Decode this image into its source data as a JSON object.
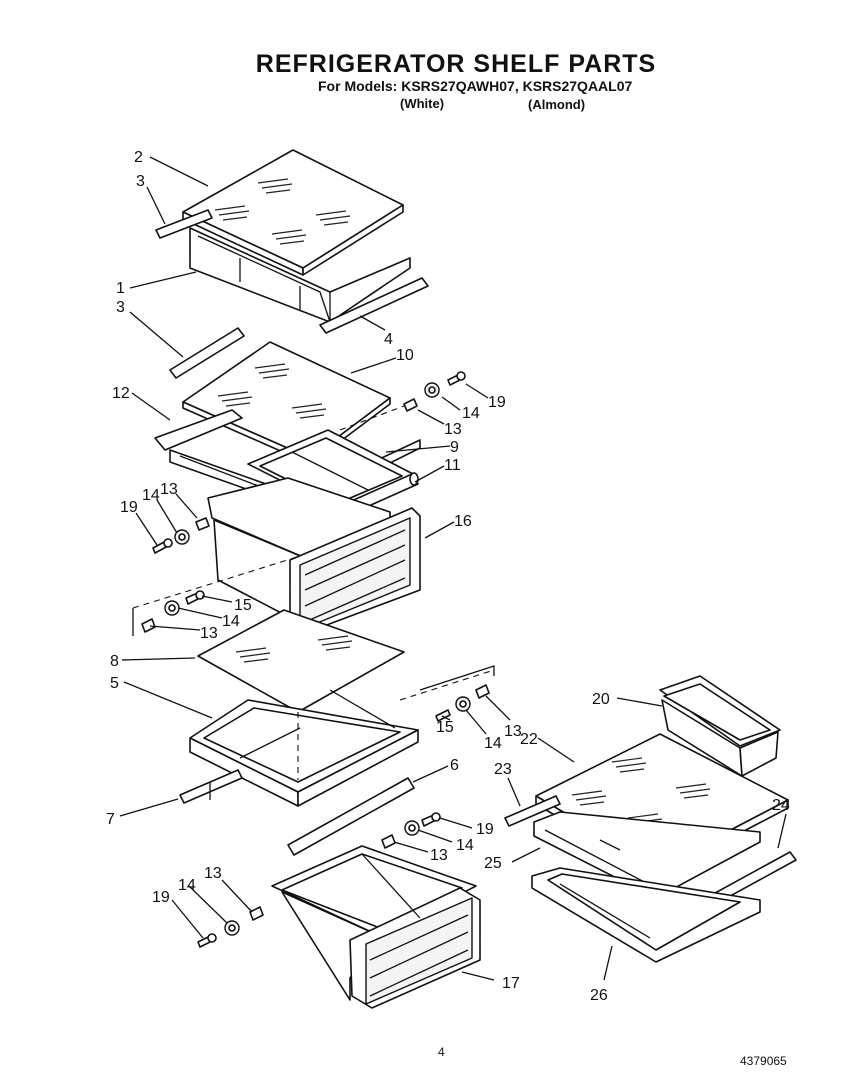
{
  "header": {
    "title": "REFRIGERATOR SHELF PARTS",
    "models_line": "For Models: KSRS27QAWH07, KSRS27QAAL07",
    "white_label": "(White)",
    "almond_label": "(Almond)"
  },
  "footer": {
    "page_number": "4",
    "doc_number": "4379065"
  },
  "callouts": [
    {
      "id": "c-2a",
      "text": "2"
    },
    {
      "id": "c-3a",
      "text": "3"
    },
    {
      "id": "c-1",
      "text": "1"
    },
    {
      "id": "c-4",
      "text": "4"
    },
    {
      "id": "c-3b",
      "text": "3"
    },
    {
      "id": "c-10",
      "text": "10"
    },
    {
      "id": "c-12",
      "text": "12"
    },
    {
      "id": "c-19a",
      "text": "19"
    },
    {
      "id": "c-14a",
      "text": "14"
    },
    {
      "id": "c-13a",
      "text": "13"
    },
    {
      "id": "c-9",
      "text": "9"
    },
    {
      "id": "c-11",
      "text": "11"
    },
    {
      "id": "c-19b",
      "text": "19"
    },
    {
      "id": "c-14b",
      "text": "14"
    },
    {
      "id": "c-13b",
      "text": "13"
    },
    {
      "id": "c-16",
      "text": "16"
    },
    {
      "id": "c-15a",
      "text": "15"
    },
    {
      "id": "c-14c",
      "text": "14"
    },
    {
      "id": "c-13c",
      "text": "13"
    },
    {
      "id": "c-8",
      "text": "8"
    },
    {
      "id": "c-5",
      "text": "5"
    },
    {
      "id": "c-7",
      "text": "7"
    },
    {
      "id": "c-6",
      "text": "6"
    },
    {
      "id": "c-15b",
      "text": "15"
    },
    {
      "id": "c-14d",
      "text": "14"
    },
    {
      "id": "c-13d",
      "text": "13"
    },
    {
      "id": "c-19c",
      "text": "19"
    },
    {
      "id": "c-14e",
      "text": "14"
    },
    {
      "id": "c-13e",
      "text": "13"
    },
    {
      "id": "c-19d",
      "text": "19"
    },
    {
      "id": "c-14f",
      "text": "14"
    },
    {
      "id": "c-13f",
      "text": "13"
    },
    {
      "id": "c-17",
      "text": "17"
    },
    {
      "id": "c-20",
      "text": "20"
    },
    {
      "id": "c-22",
      "text": "22"
    },
    {
      "id": "c-23",
      "text": "23"
    },
    {
      "id": "c-24",
      "text": "24"
    },
    {
      "id": "c-25",
      "text": "25"
    },
    {
      "id": "c-26",
      "text": "26"
    }
  ]
}
